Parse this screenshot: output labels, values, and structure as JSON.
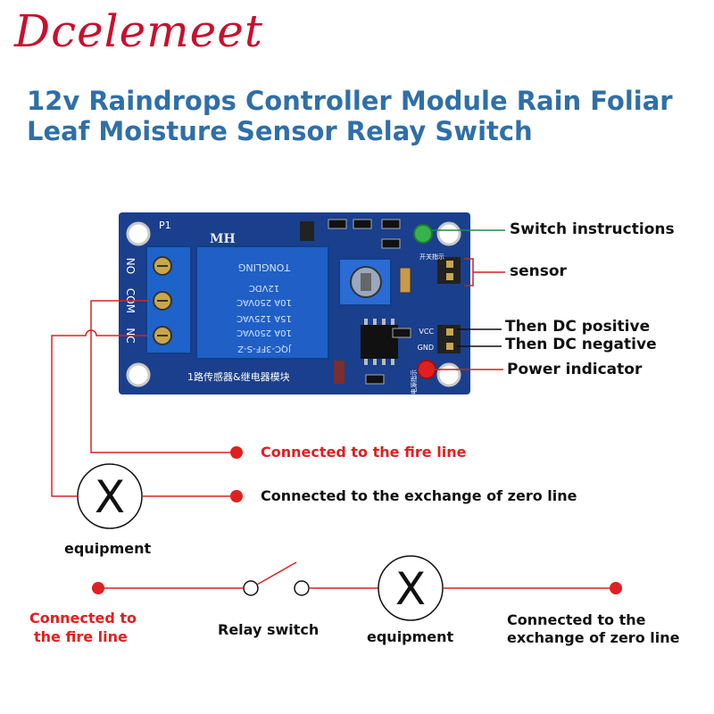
{
  "brand": "Dcelemeet",
  "title_line1": "12v Raindrops Controller Module Rain Foliar",
  "title_line2": "Leaf Moisture Sensor Relay Switch",
  "board": {
    "label_p1": "P1",
    "label_mh": "MH",
    "terminal_no": "NO",
    "terminal_com": "COM",
    "terminal_nc": "NC",
    "relay_line1": "JQC-3FF-S-Z",
    "relay_line2": "10A 250VAC",
    "relay_line3": "15A 125VAC",
    "relay_line4": "10A 250VAC",
    "relay_line5": "12VDC",
    "relay_brand": "TONGLING",
    "pin_vcc": "VCC",
    "pin_gnd": "GND",
    "silk_bottom": "1路传感器&继电器模块",
    "silk_switch": "开关指示",
    "silk_power": "电源指示"
  },
  "callouts": {
    "switch_instructions": "Switch instructions",
    "sensor": "sensor",
    "dc_positive": "Then DC positive",
    "dc_negative": "Then DC negative",
    "power_indicator": "Power indicator"
  },
  "wiring": {
    "fire_line": "Connected to the fire line",
    "zero_line": "Connected to the exchange of zero line",
    "equipment": "equipment",
    "equipment_symbol": "X"
  },
  "circuit": {
    "fire_line_line1": "Connected to",
    "fire_line_line2": "the fire line",
    "relay_switch": "Relay switch",
    "equipment": "equipment",
    "equipment_symbol": "X",
    "zero_line_line1": "Connected to the",
    "zero_line_line2": "exchange of zero line"
  },
  "colors": {
    "brand": "#c8102e",
    "title": "#2f6fa8",
    "pcb": "#1a3f8c",
    "relay": "#1f5fc6",
    "wire": "#e02020",
    "callout_green": "#1f8a4c"
  }
}
